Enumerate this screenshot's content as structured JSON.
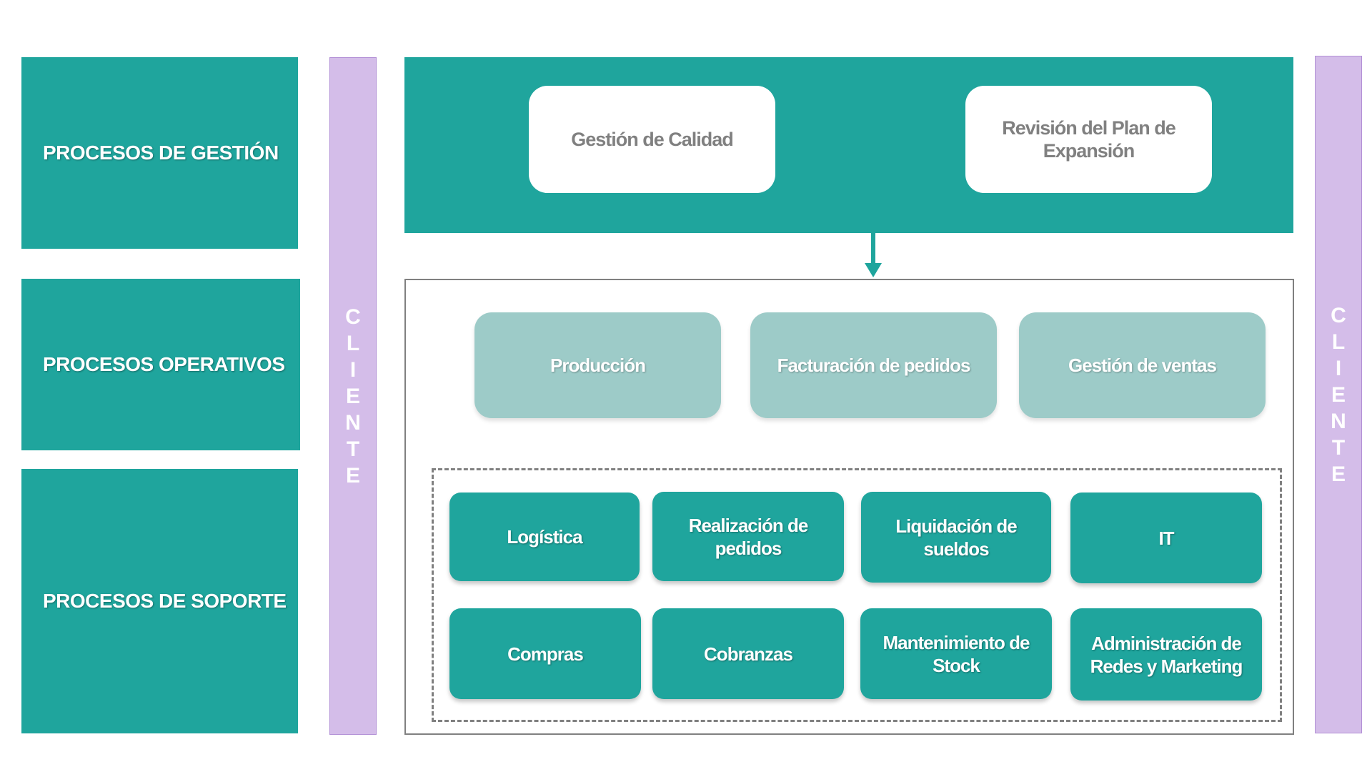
{
  "left_labels": {
    "gestion": "PROCESOS DE GESTIÓN",
    "operativos": "PROCESOS OPERATIVOS",
    "soporte": "PROCESOS DE SOPORTE"
  },
  "cliente_letters": [
    "C",
    "L",
    "I",
    "E",
    "N",
    "T",
    "E"
  ],
  "gestion_cards": [
    "Gestión de Calidad",
    "Revisión del Plan de Expansión"
  ],
  "operativos_cards": [
    "Producción",
    "Facturación de pedidos",
    "Gestión de ventas"
  ],
  "soporte_cards": [
    "Logística",
    "Realización de pedidos",
    "Liquidación de sueldos",
    "IT",
    "Compras",
    "Cobranzas",
    "Mantenimiento de Stock",
    "Administración de Redes y Marketing"
  ],
  "colors": {
    "teal": "#1fa59d",
    "light_teal": "#9dcbc8",
    "lavender": "#d4bde9",
    "gray_text": "#808080",
    "border_gray": "#808080"
  }
}
